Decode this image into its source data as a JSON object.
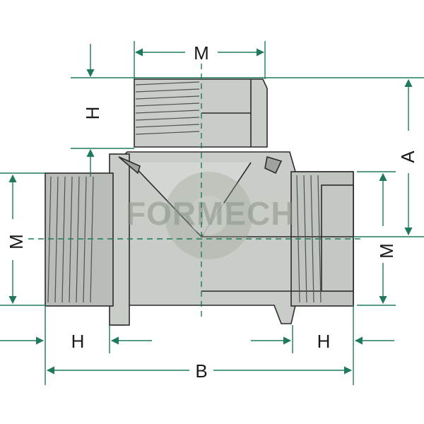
{
  "diagram": {
    "watermark": "FORMECH",
    "labels": {
      "top_thread": "M",
      "top_height": "H",
      "side_A": "A",
      "left_thread": "M",
      "right_thread": "M",
      "left_height": "H",
      "right_height": "H",
      "overall_B": "B"
    },
    "colors": {
      "body": "#c9cdc8",
      "body_shade": "#aeb3ad",
      "outline": "#2b2b2b",
      "dimension": "#1f7a5a"
    }
  }
}
